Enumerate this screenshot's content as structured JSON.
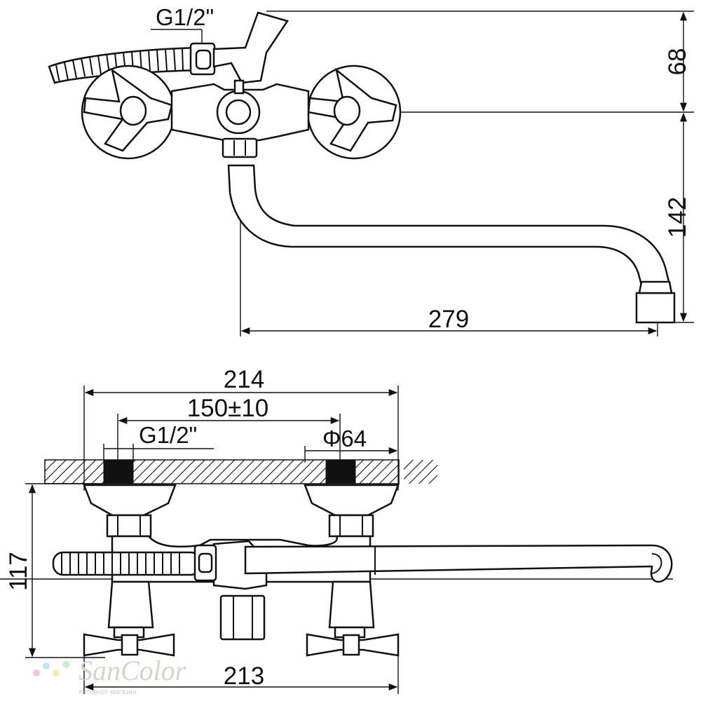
{
  "top_view": {
    "thread_label": "G1/2\"",
    "dim_height_upper": "68",
    "dim_height_lower": "142",
    "dim_spout_length": "279"
  },
  "front_view": {
    "dim_overall_width": "214",
    "dim_center_distance": "150±10",
    "thread_label": "G1/2\"",
    "dim_flange_diameter": "Φ64",
    "dim_depth": "117",
    "dim_handle_width": "213"
  },
  "watermark": {
    "brand": "SanColor",
    "subtitle": "интернет-магазин"
  }
}
